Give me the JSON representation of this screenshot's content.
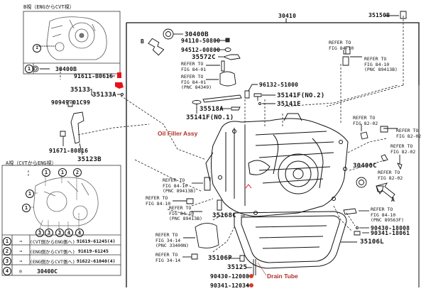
{
  "diagram": {
    "type": "exploded-parts-diagram",
    "subject": "CVT transaxle assembly",
    "main_part_number": "30410",
    "top_right_part": "35150B",
    "view_arrows": {
      "b": "B",
      "a": "A"
    }
  },
  "panel_b": {
    "title": "B視（ENGからCVT視）",
    "legend": [
      {
        "index": "1",
        "icon": "seal-ring-icon",
        "part": "30400B"
      }
    ]
  },
  "panel_a": {
    "title": "A視（CVTからENG視）",
    "callouts": [
      "1",
      "1",
      "2",
      "1",
      "1",
      "3",
      "3",
      "3",
      "4",
      "4"
    ],
    "legend": [
      {
        "index": "1",
        "icon": "bolt-icon",
        "desc": "(CVT側からENG側へ)",
        "part": "91619-61245(4)"
      },
      {
        "index": "2",
        "icon": "bolt-icon",
        "desc": "(ENG側からCVT側へ)",
        "part": "91619-61245"
      },
      {
        "index": "3",
        "icon": "bolt-icon",
        "desc": "(ENG側からCVT側へ)",
        "part": "91622-61040(4)"
      },
      {
        "index": "4",
        "icon": "seal-ring-icon",
        "desc": "",
        "part": "30400C"
      }
    ]
  },
  "labels": {
    "p91611": "91611-B0616",
    "p35133": "35133",
    "p35133a": "35133A",
    "p90949": "90949-01C99",
    "p91671": "91671-80816",
    "p35123b": "35123B",
    "p30400b": "30400B",
    "p94110": "94110-50800",
    "p94512": "94512-00800",
    "p35572c": "35572C",
    "p96132": "96132-51000",
    "p35141f2": "35141F(NO.2)",
    "p35141e": "35141E",
    "p35518a": "35518A",
    "p35141f1": "35141F(NO.1)",
    "p30400c": "30400C",
    "p35168c": "35168C",
    "p35106p": "35106P",
    "p35106l": "35106L",
    "p35125": "35125",
    "p90430a": "90430-12008",
    "p90341a": "90341-12034",
    "p90430b": "90430-18008",
    "p90341b": "90341-18061"
  },
  "references": {
    "r1": "REFER TO\nFIG 84-01",
    "r2": "REFER TO\nFIG 84-01\n(PNC 84349)",
    "r3": "REFER TO\nFIG 84-10",
    "r4": "REFER TO\nFIG 84-10\n(PNC 89413B)",
    "r5": "REFER TO\nFIG 82-02",
    "r6": "REFER TO\nFIG 82-02",
    "r7": "REFER TO\nFIG 82-02",
    "r8": "REFER TO\nFIG 82-02",
    "r9": "REFER TO\nFIG 84-10\n(PNC 89413B)",
    "r10": "REFER TO\nFIG 84-10",
    "r11": "REFER TO\nFIG 84-10\n(PNC 89413B)",
    "r12": "REFER TO\nFIG 34-14\n(PNC 33400N)",
    "r13": "REFER TO\nFIG 34-14",
    "r14": "REFER TO\nFIG 84-10\n(PNC 89563F)"
  },
  "annotations": {
    "oil_filler": "Oil Filler Assy",
    "drain_tube": "Drain Tube",
    "highlight_color": "#e8101a",
    "annotation_color": "#b0302a"
  }
}
